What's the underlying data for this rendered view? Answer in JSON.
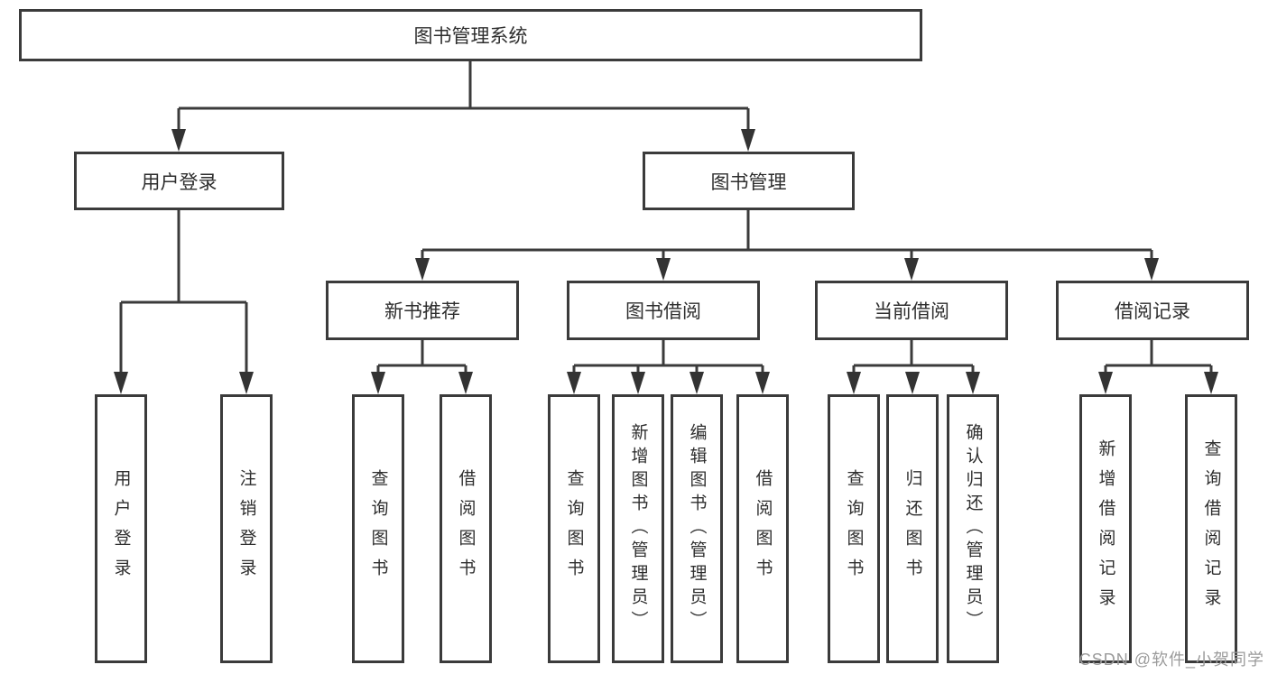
{
  "diagram": {
    "title_node": {
      "label": "图书管理系统"
    },
    "level2": [
      {
        "label": "用户登录"
      },
      {
        "label": "图书管理"
      }
    ],
    "level3": [
      {
        "label": "新书推荐"
      },
      {
        "label": "图书借阅"
      },
      {
        "label": "当前借阅"
      },
      {
        "label": "借阅记录"
      }
    ],
    "leaves": [
      {
        "label": "用户登录",
        "parent": "用户登录"
      },
      {
        "label": "注销登录",
        "parent": "用户登录"
      },
      {
        "label": "查询图书",
        "parent": "新书推荐"
      },
      {
        "label": "借阅图书",
        "parent": "新书推荐"
      },
      {
        "label": "查询图书",
        "parent": "图书借阅"
      },
      {
        "label": "新增图书（管理员）",
        "parent": "图书借阅"
      },
      {
        "label": "编辑图书（管理员）",
        "parent": "图书借阅"
      },
      {
        "label": "借阅图书",
        "parent": "图书借阅"
      },
      {
        "label": "查询图书",
        "parent": "当前借阅"
      },
      {
        "label": "归还图书",
        "parent": "当前借阅"
      },
      {
        "label": "确认归还（管理员）",
        "parent": "当前借阅"
      },
      {
        "label": "新增借阅记录",
        "parent": "借阅记录"
      },
      {
        "label": "查询借阅记录",
        "parent": "借阅记录"
      }
    ],
    "colors": {
      "line": "#3b3b3b",
      "text": "#2e2e2e",
      "background": "#ffffff",
      "watermark": "#9b9b9b"
    }
  },
  "watermark": {
    "text": "CSDN @软件_小贺同学"
  }
}
